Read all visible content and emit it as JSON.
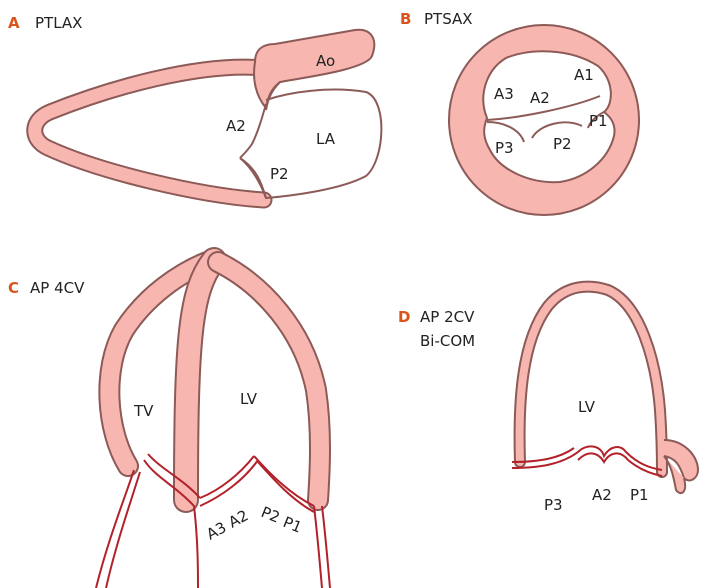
{
  "colors": {
    "wall_fill": "#f7b6b0",
    "outline": "#8c5a57",
    "accent": "#d9541a",
    "valve_red": "#b3222a",
    "text": "#222222"
  },
  "panels": {
    "a": {
      "letter": "A",
      "title": "PTLAX",
      "labels": {
        "ao": "Ao",
        "a2": "A2",
        "la": "LA",
        "p2": "P2"
      }
    },
    "b": {
      "letter": "B",
      "title": "PTSAX",
      "labels": {
        "a1": "A1",
        "a3": "A3",
        "a2": "A2",
        "p1": "P1",
        "p3": "P3",
        "p2": "P2"
      }
    },
    "c": {
      "letter": "C",
      "title": "AP 4CV",
      "labels": {
        "tv": "TV",
        "lv": "LV",
        "a3": "A3",
        "a2": "A2",
        "p2": "P2",
        "p1": "P1"
      }
    },
    "d": {
      "letter": "D",
      "title_line1": "AP 2CV",
      "title_line2": "Bi-COM",
      "labels": {
        "lv": "LV",
        "p3": "P3",
        "a2": "A2",
        "p1": "P1"
      }
    }
  }
}
